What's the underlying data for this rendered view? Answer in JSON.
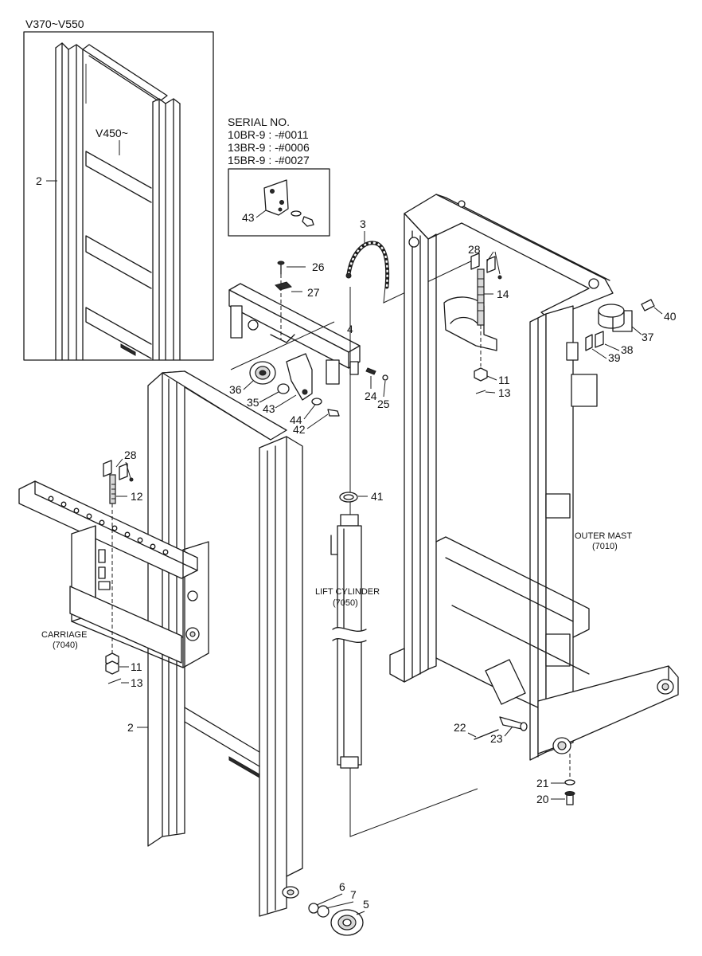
{
  "inset": {
    "range_label": "V370~V550",
    "sub_label": "V450~",
    "part": "2"
  },
  "serial_box": {
    "title": "SERIAL NO.",
    "lines": [
      "10BR-9 : -#0011",
      "13BR-9 : -#0006",
      "15BR-9 : -#0027"
    ],
    "part": "43"
  },
  "labels": {
    "carriage": "CARRIAGE",
    "carriage_code": "(7040)",
    "lift_cylinder": "LIFT CYLINDER",
    "lift_cylinder_code": "(7050)",
    "outer_mast": "OUTER MAST",
    "outer_mast_code": "(7010)"
  },
  "parts": {
    "p2": "2",
    "p3": "3",
    "p4": "4",
    "p5": "5",
    "p6": "6",
    "p7": "7",
    "p11a": "11",
    "p11b": "11",
    "p12": "12",
    "p13a": "13",
    "p13b": "13",
    "p14": "14",
    "p20": "20",
    "p21": "21",
    "p22": "22",
    "p23": "23",
    "p24": "24",
    "p25": "25",
    "p26": "26",
    "p27": "27",
    "p28a": "28",
    "p28b": "28",
    "p35": "35",
    "p36": "36",
    "p37": "37",
    "p38": "38",
    "p39": "39",
    "p40": "40",
    "p41": "41",
    "p42": "42",
    "p43": "43",
    "p44": "44"
  }
}
